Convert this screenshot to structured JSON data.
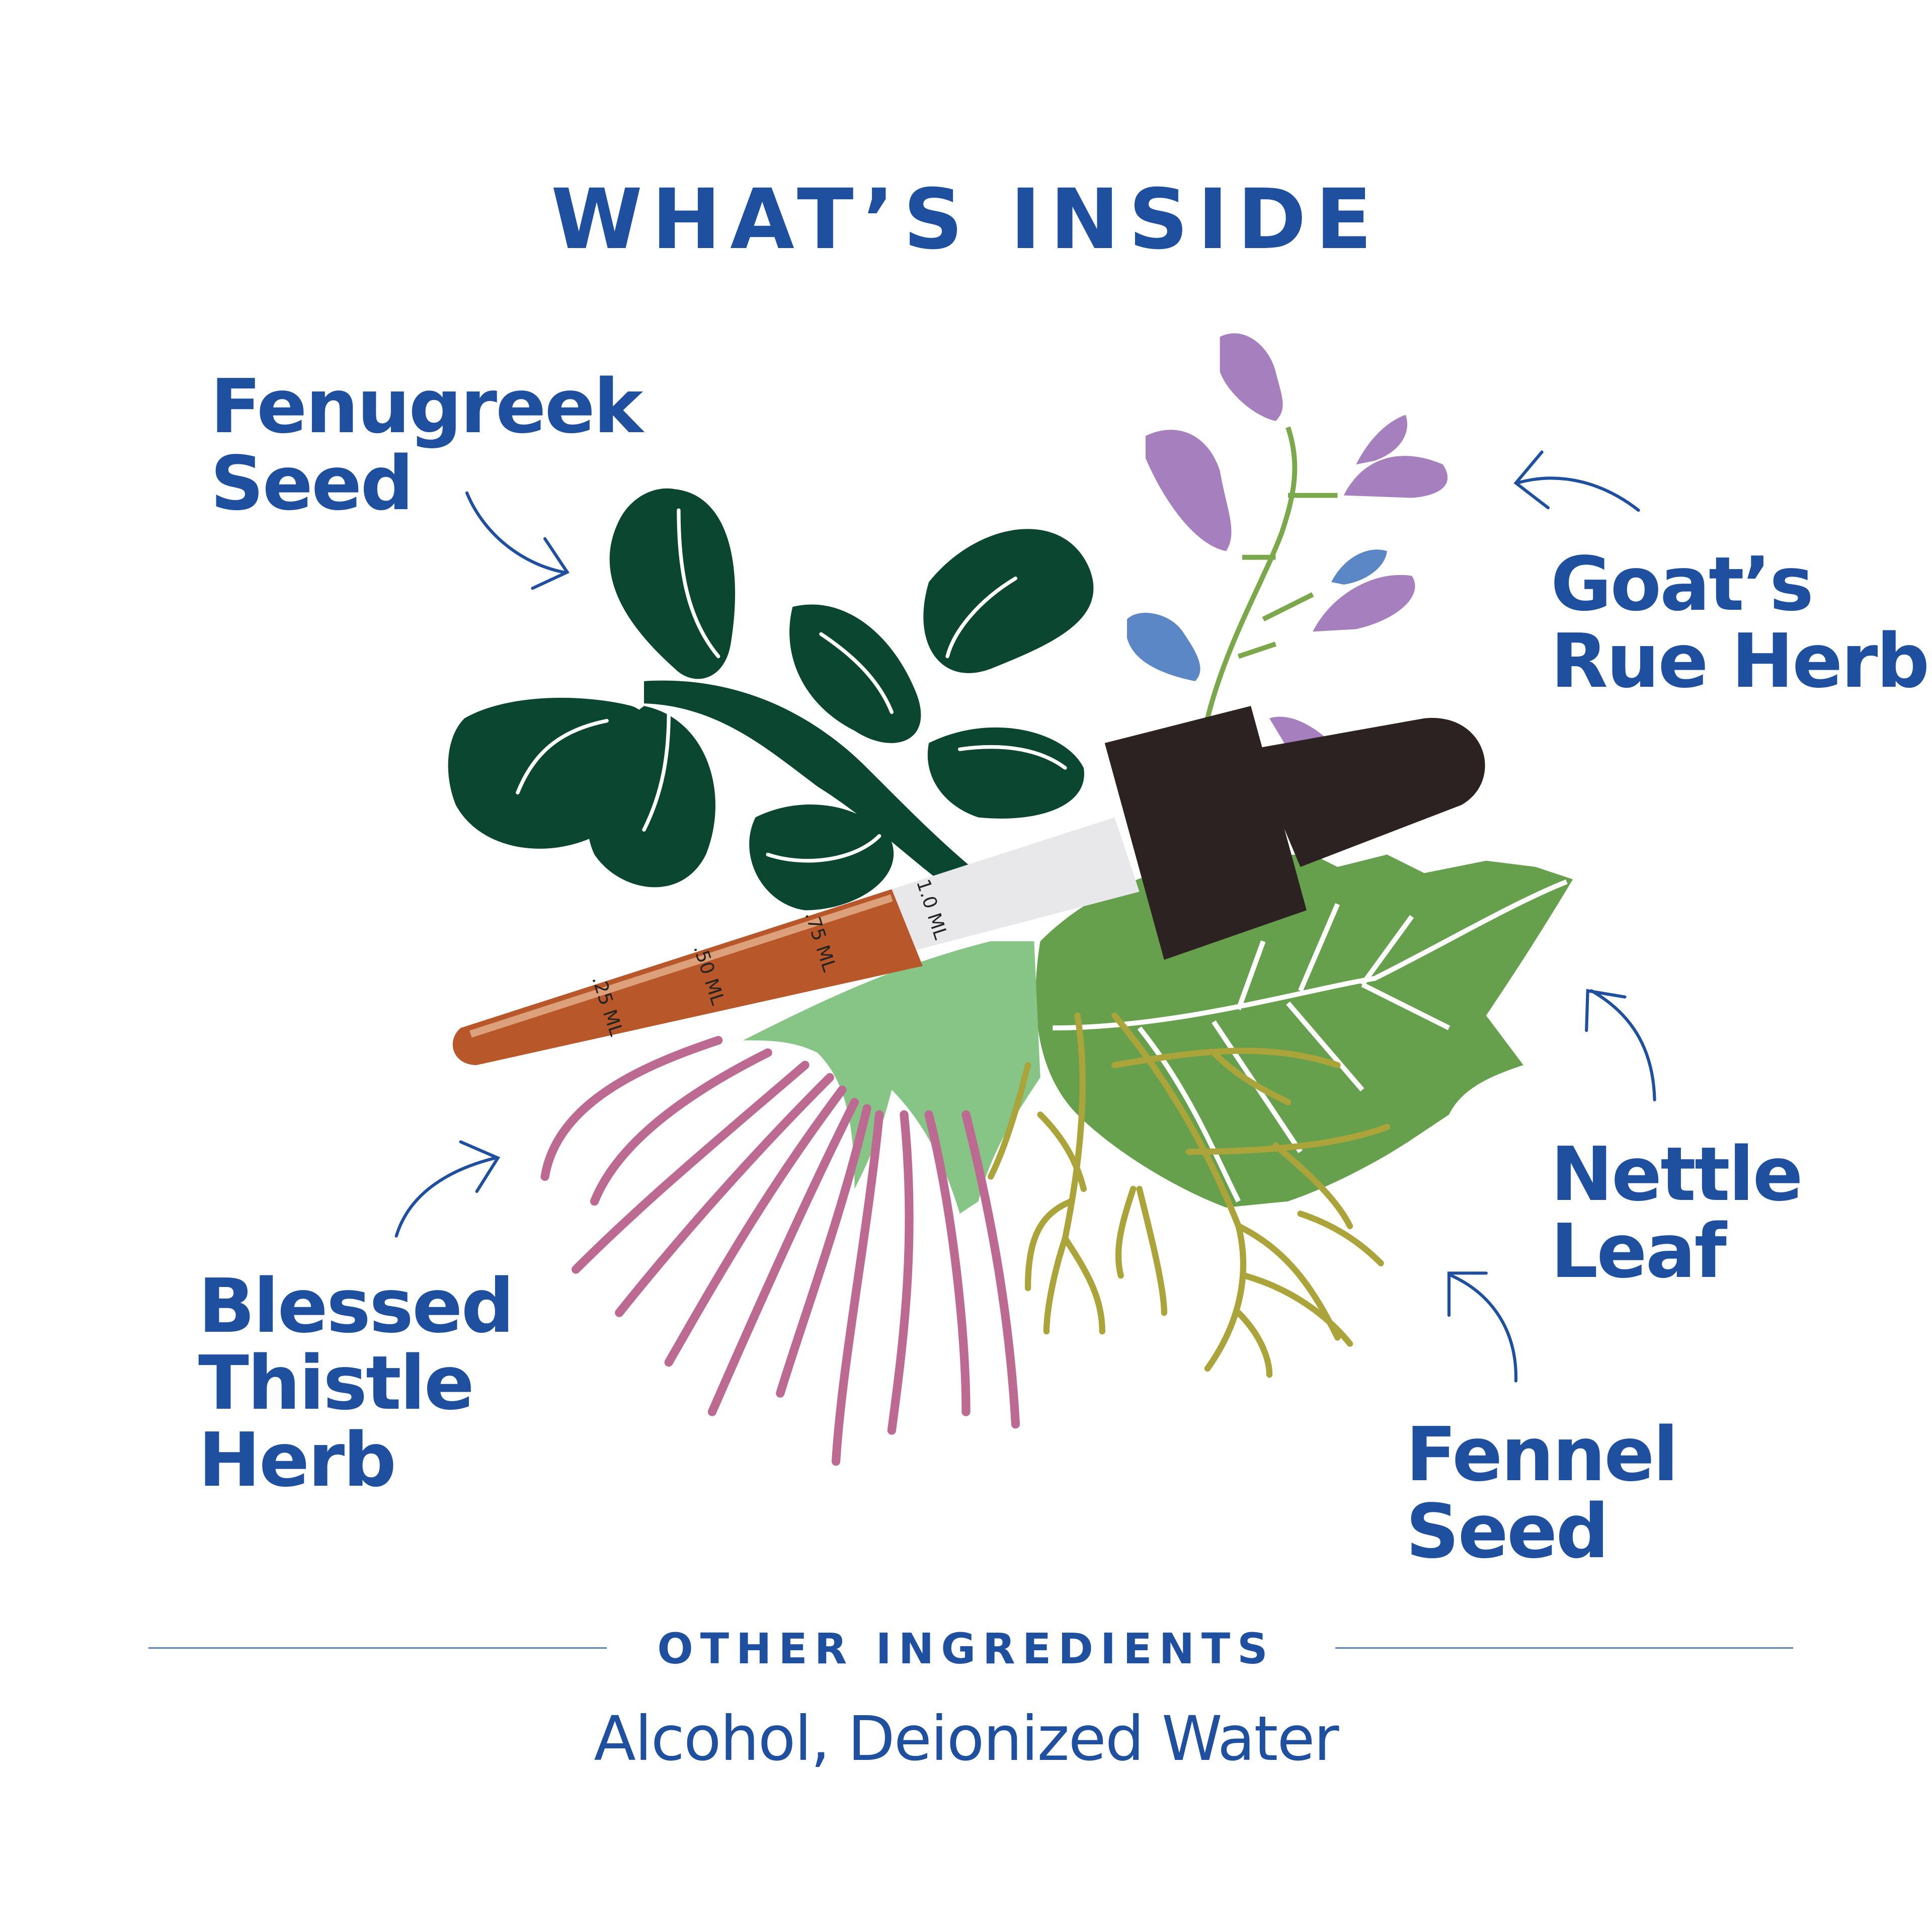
{
  "title": "WHAT’S INSIDE",
  "ingredients": [
    {
      "lines": [
        "Fenugreek",
        "Seed"
      ]
    },
    {
      "lines": [
        "Goat’s",
        "Rue Herb"
      ]
    },
    {
      "lines": [
        "Nettle",
        "Leaf"
      ]
    },
    {
      "lines": [
        "Fennel",
        "Seed"
      ]
    },
    {
      "lines": [
        "Blessed",
        "Thistle",
        "Herb"
      ]
    }
  ],
  "dropper_marks": [
    ".25 ML",
    ".50 ML",
    ".75 ML",
    "1.0 ML"
  ],
  "other_ingredients": {
    "heading": "OTHER INGREDIENTS",
    "text": "Alcohol, Deionized Water"
  },
  "colors": {
    "text_blue": "#1f4f9f",
    "fenugreek_green": "#0a4630",
    "nettle_green": "#66a04c",
    "thistle_light_green": "#86c585",
    "thistle_pink": "#bd6a92",
    "fennel_olive": "#aba43a",
    "flower_purple": "#a57fbe",
    "flower_blue": "#5b87c7",
    "tincture_amber": "#b8582a",
    "dropper_cap": "#2c2222"
  }
}
